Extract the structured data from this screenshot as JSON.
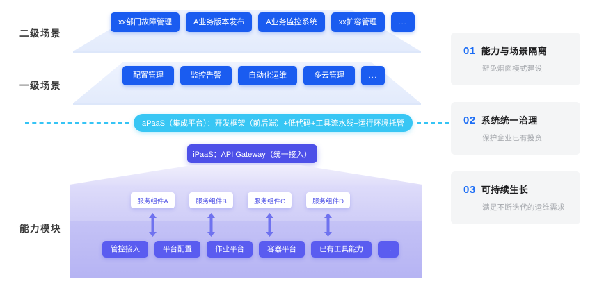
{
  "diagram": {
    "axis_labels": {
      "level2": "二级场景",
      "level1": "一级场景",
      "capability": "能力模块"
    },
    "scene_level2": [
      "xx部门故障管理",
      "A业务版本发布",
      "A业务监控系统",
      "xx扩容管理",
      "..."
    ],
    "scene_level1": [
      "配置管理",
      "监控告警",
      "自动化运维",
      "多云管理",
      "..."
    ],
    "apaas_bar": "aPaaS（集成平台）：开发框架（前后端）+低代码+工具流水线+运行环境托管",
    "ipaas_bar": "iPaaS：API Gateway（统一接入）",
    "service_components": [
      "服务组件A",
      "服务组件B",
      "服务组件C",
      "服务组件D"
    ],
    "capability_items": [
      "管控接入",
      "平台配置",
      "作业平台",
      "容器平台",
      "已有工具能力",
      "..."
    ]
  },
  "side_cards": [
    {
      "num": "01",
      "title": "能力与场景隔离",
      "subtitle": "避免烟囱模式建设"
    },
    {
      "num": "02",
      "title": "系统统一治理",
      "subtitle": "保护企业已有投资"
    },
    {
      "num": "03",
      "title": "可持续生长",
      "subtitle": "满足不断迭代的运维需求"
    }
  ],
  "colors": {
    "scene_chip": "#1a5cf0",
    "apaas": "#38c6f4",
    "ipaas": "#4d50e8",
    "capability_chip": "#5a5cf0",
    "accent_number": "#1a6cf5",
    "card_bg": "#f4f5f6"
  }
}
